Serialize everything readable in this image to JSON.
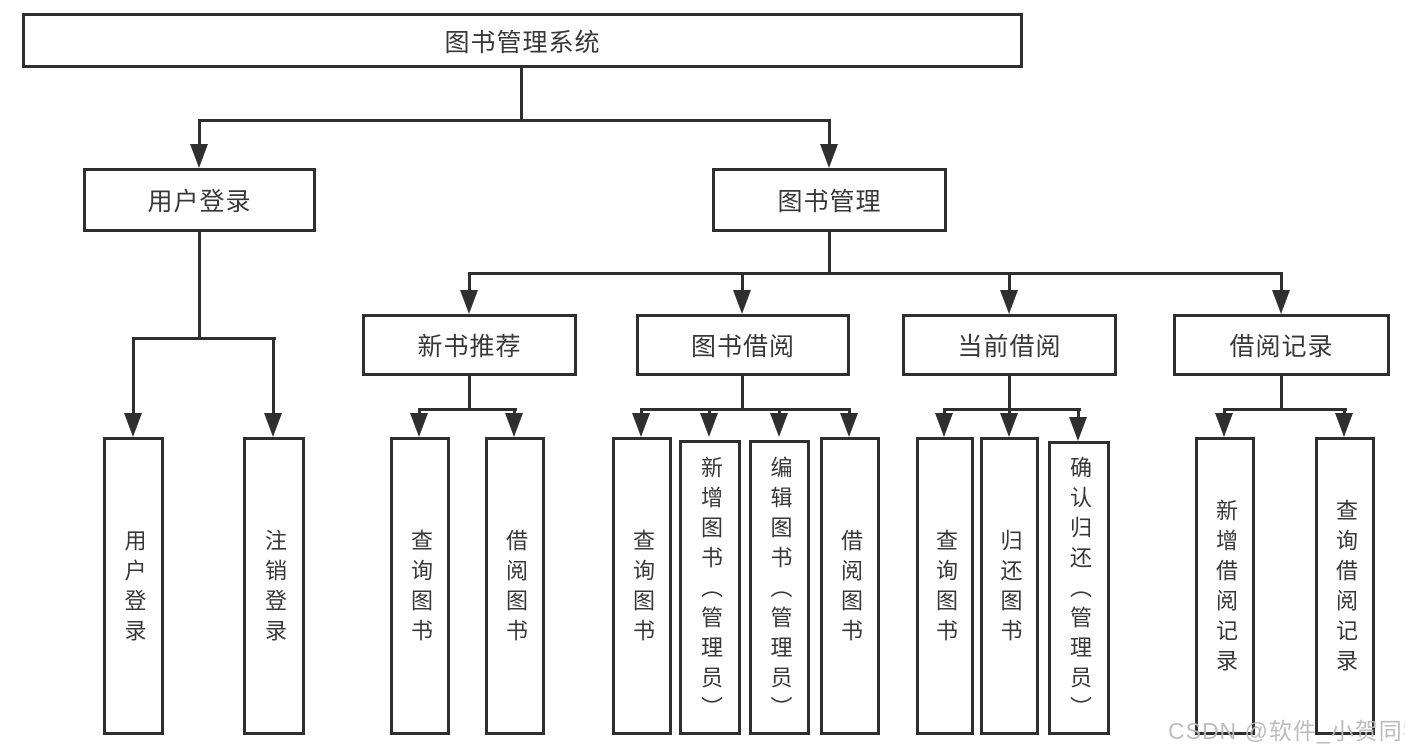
{
  "diagram_title": "图书管理系统",
  "tree": {
    "root": {
      "label": "图书管理系统"
    },
    "children": [
      {
        "label": "用户登录",
        "children": [
          {
            "label": "用户登录"
          },
          {
            "label": "注销登录"
          }
        ]
      },
      {
        "label": "图书管理",
        "children": [
          {
            "label": "新书推荐",
            "children": [
              {
                "label": "查询图书"
              },
              {
                "label": "借阅图书"
              }
            ]
          },
          {
            "label": "图书借阅",
            "children": [
              {
                "label": "查询图书"
              },
              {
                "label": "新增图书（管理员）"
              },
              {
                "label": "编辑图书（管理员）"
              },
              {
                "label": "借阅图书"
              }
            ]
          },
          {
            "label": "当前借阅",
            "children": [
              {
                "label": "查询图书"
              },
              {
                "label": "归还图书"
              },
              {
                "label": "确认归还（管理员）"
              }
            ]
          },
          {
            "label": "借阅记录",
            "children": [
              {
                "label": "新增借阅记录"
              },
              {
                "label": "查询借阅记录"
              }
            ]
          }
        ]
      }
    ]
  },
  "watermark": {
    "text": "CSDN @软件_小贺同学"
  },
  "colors": {
    "line": "#2f2f2f",
    "text": "#383838",
    "background": "#ffffff",
    "watermark": "#b9b9b9"
  }
}
